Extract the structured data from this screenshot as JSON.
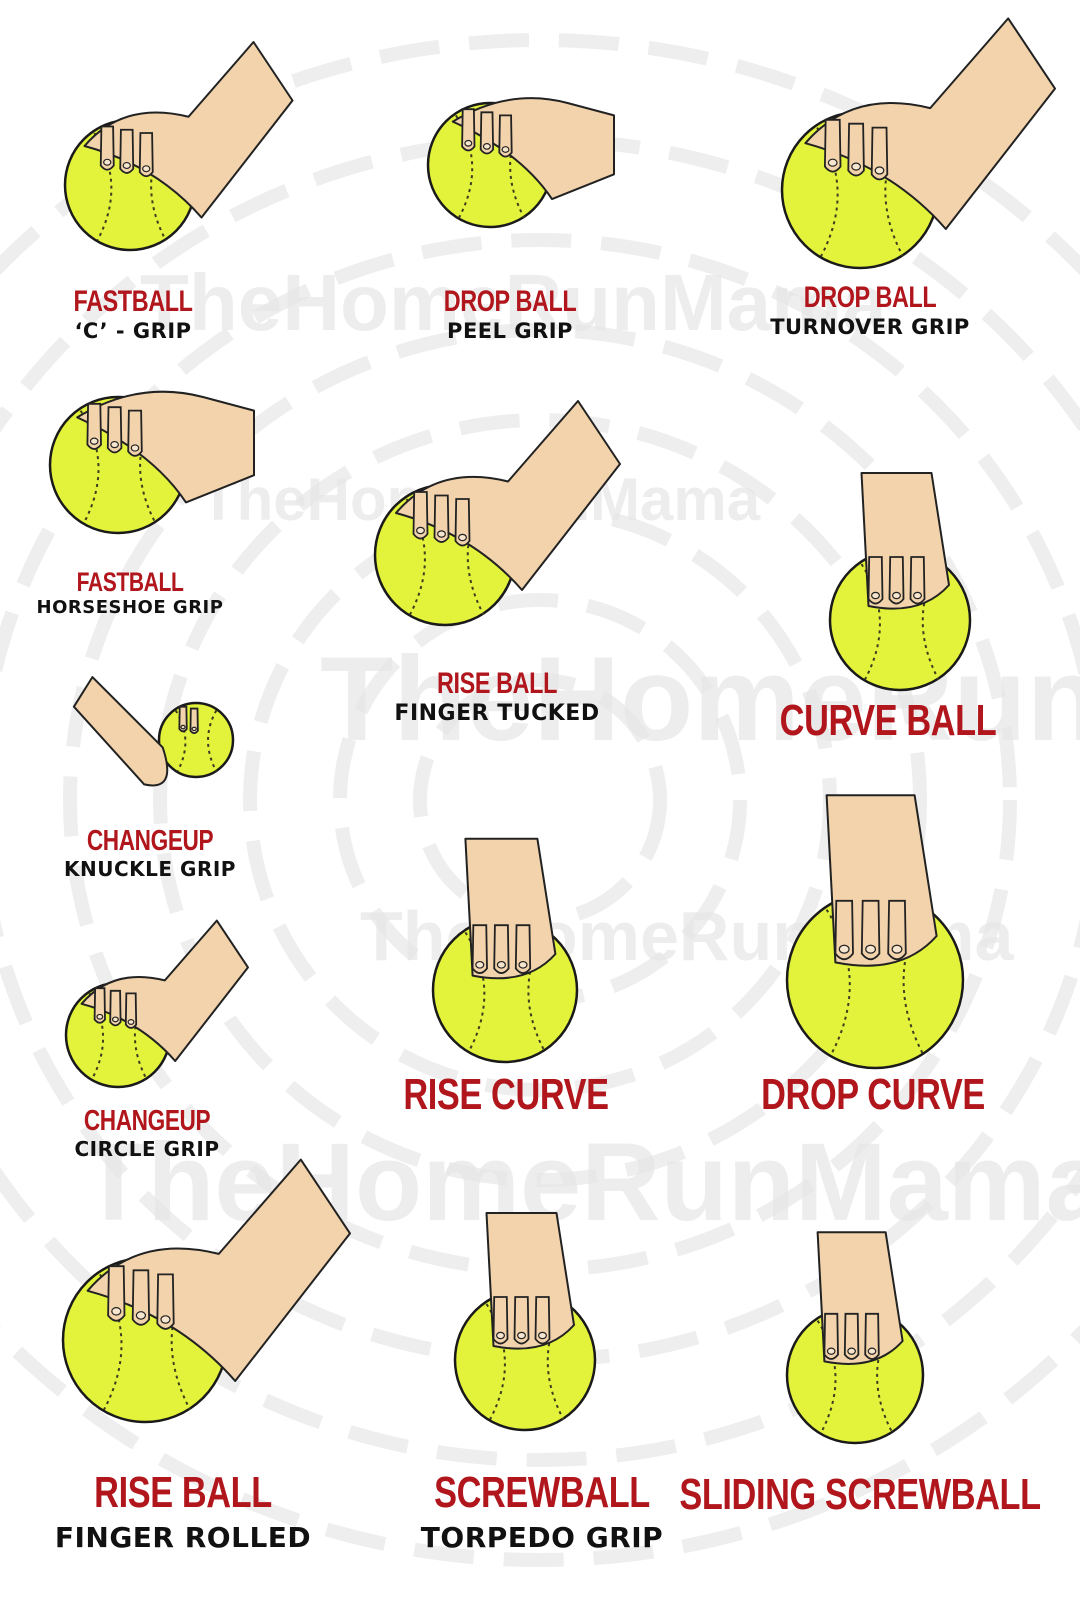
{
  "colors": {
    "ball": "#e3f23a",
    "ball_stroke": "#1a1a1a",
    "seam": "#3d3d20",
    "skin": "#f2d3ac",
    "skin_stroke": "#222222",
    "pitch_name": "#b0161c",
    "grip_text": "#111111",
    "watermark": "#e6e6e6"
  },
  "watermark_text": "TheHomeRunMama",
  "pitches": [
    {
      "id": "fastball-c-grip",
      "name": "FASTBALL",
      "grip": "‘C’ - GRIP"
    },
    {
      "id": "drop-ball-peel-grip",
      "name": "DROP BALL",
      "grip": "PEEL GRIP"
    },
    {
      "id": "drop-ball-turnover-grip",
      "name": "DROP BALL",
      "grip": "TURNOVER GRIP"
    },
    {
      "id": "fastball-horseshoe-grip",
      "name": "FASTBALL",
      "grip": "HORSESHOE GRIP"
    },
    {
      "id": "rise-ball-finger-tucked",
      "name": "RISE BALL",
      "grip": "FINGER TUCKED"
    },
    {
      "id": "curve-ball",
      "name": "CURVE BALL",
      "grip": ""
    },
    {
      "id": "changeup-knuckle-grip",
      "name": "CHANGEUP",
      "grip": "KNUCKLE GRIP"
    },
    {
      "id": "changeup-circle-grip",
      "name": "CHANGEUP",
      "grip": "CIRCLE GRIP"
    },
    {
      "id": "rise-curve",
      "name": "RISE CURVE",
      "grip": ""
    },
    {
      "id": "drop-curve",
      "name": "DROP CURVE",
      "grip": ""
    },
    {
      "id": "rise-ball-finger-rolled",
      "name": "RISE BALL",
      "grip": "FINGER ROLLED"
    },
    {
      "id": "screwball-torpedo-grip",
      "name": "SCREWBALL",
      "grip": "TORPEDO GRIP"
    },
    {
      "id": "sliding-screwball",
      "name": "SLIDING SCREWBALL",
      "grip": ""
    }
  ]
}
